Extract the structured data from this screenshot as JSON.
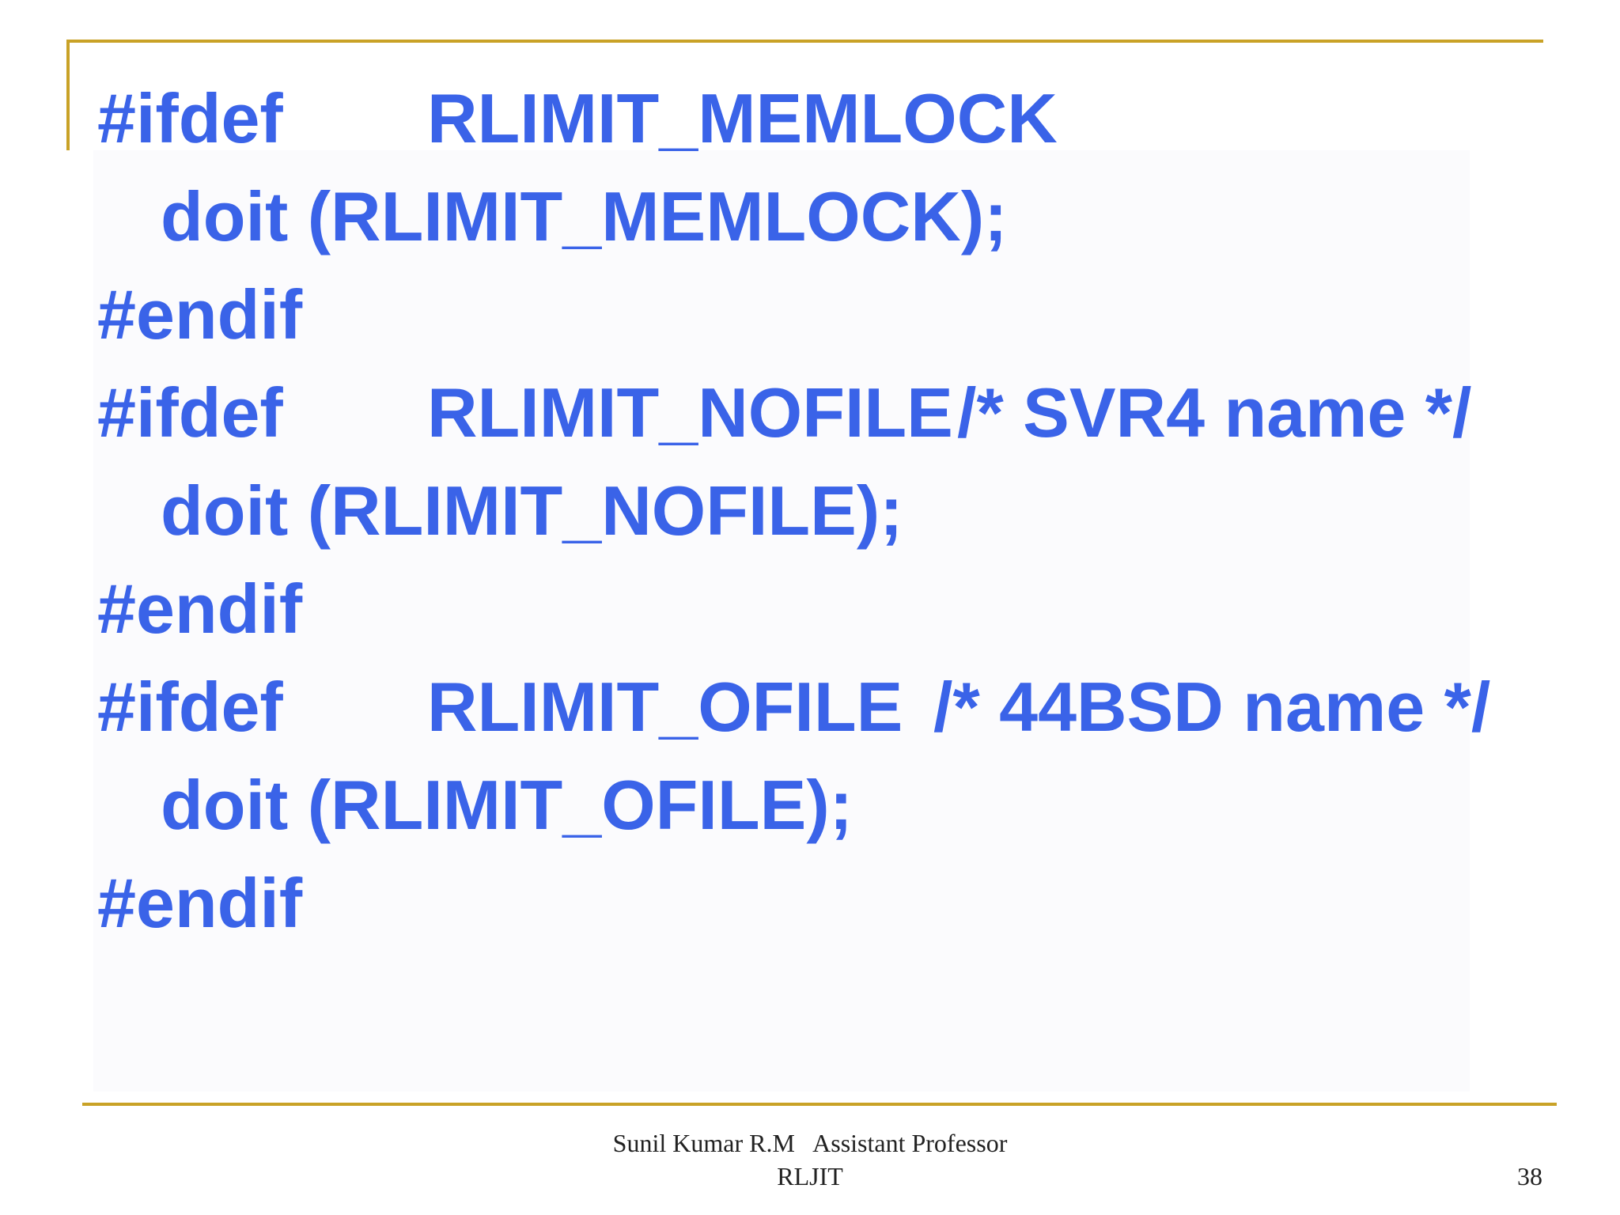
{
  "slide": {
    "accent_color": "#c9a227",
    "code_color": "#3a63e8",
    "code_lines": [
      {
        "keyword": "#ifdef",
        "argument": "RLIMIT_MEMLOCK",
        "comment": ""
      },
      {
        "statement": "doit (RLIMIT_MEMLOCK);"
      },
      {
        "keyword": "#endif"
      },
      {
        "keyword": "#ifdef",
        "argument": "RLIMIT_NOFILE",
        "comment": "/* SVR4 name */"
      },
      {
        "statement": "doit (RLIMIT_NOFILE);"
      },
      {
        "keyword": "#endif"
      },
      {
        "keyword": "#ifdef",
        "argument": "RLIMIT_OFILE",
        "comment": "/* 44BSD name */"
      },
      {
        "statement": "doit (RLIMIT_OFILE);"
      },
      {
        "keyword": "#endif"
      }
    ]
  },
  "footer": {
    "author_line1": "Sunil Kumar R.M   Assistant Professor",
    "author_line2": "RLJIT",
    "page_number": "38"
  }
}
